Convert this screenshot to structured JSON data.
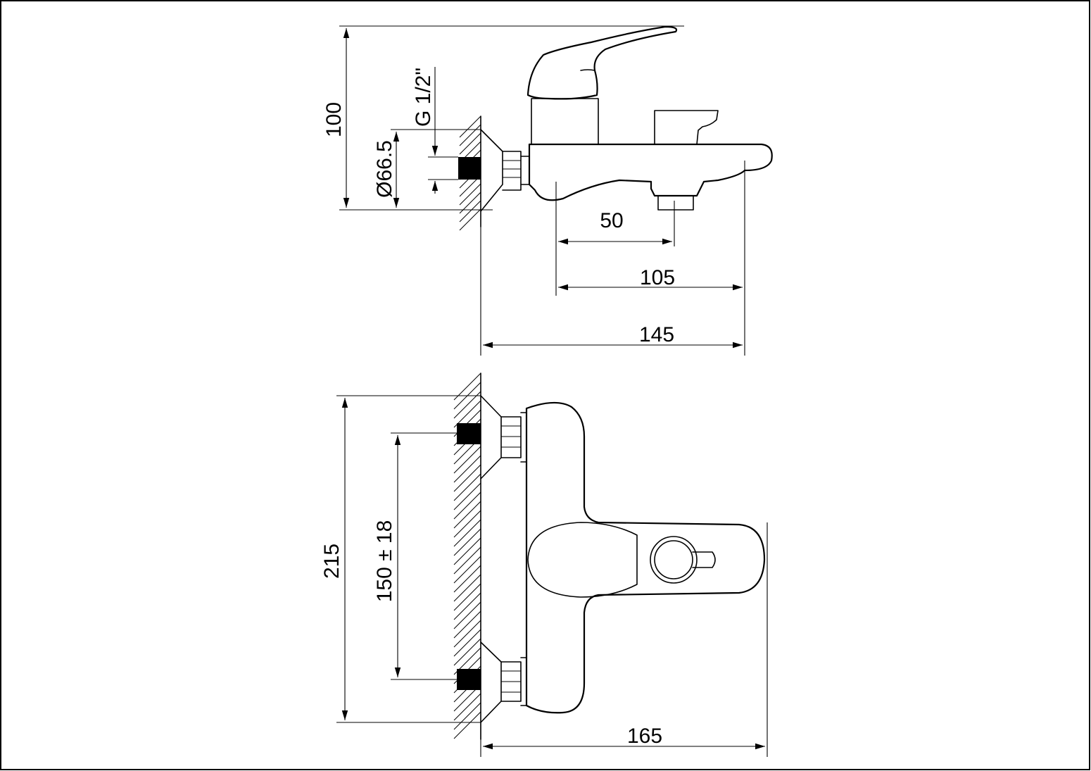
{
  "side_view": {
    "height": "100",
    "diameter": "Ø66.5",
    "thread": "G 1/2\"",
    "spout_to_outlet": "50",
    "spout_reach": "105",
    "total_depth": "145"
  },
  "front_view": {
    "total_height": "215",
    "center_distance": "150 ± 18",
    "total_width": "165"
  }
}
